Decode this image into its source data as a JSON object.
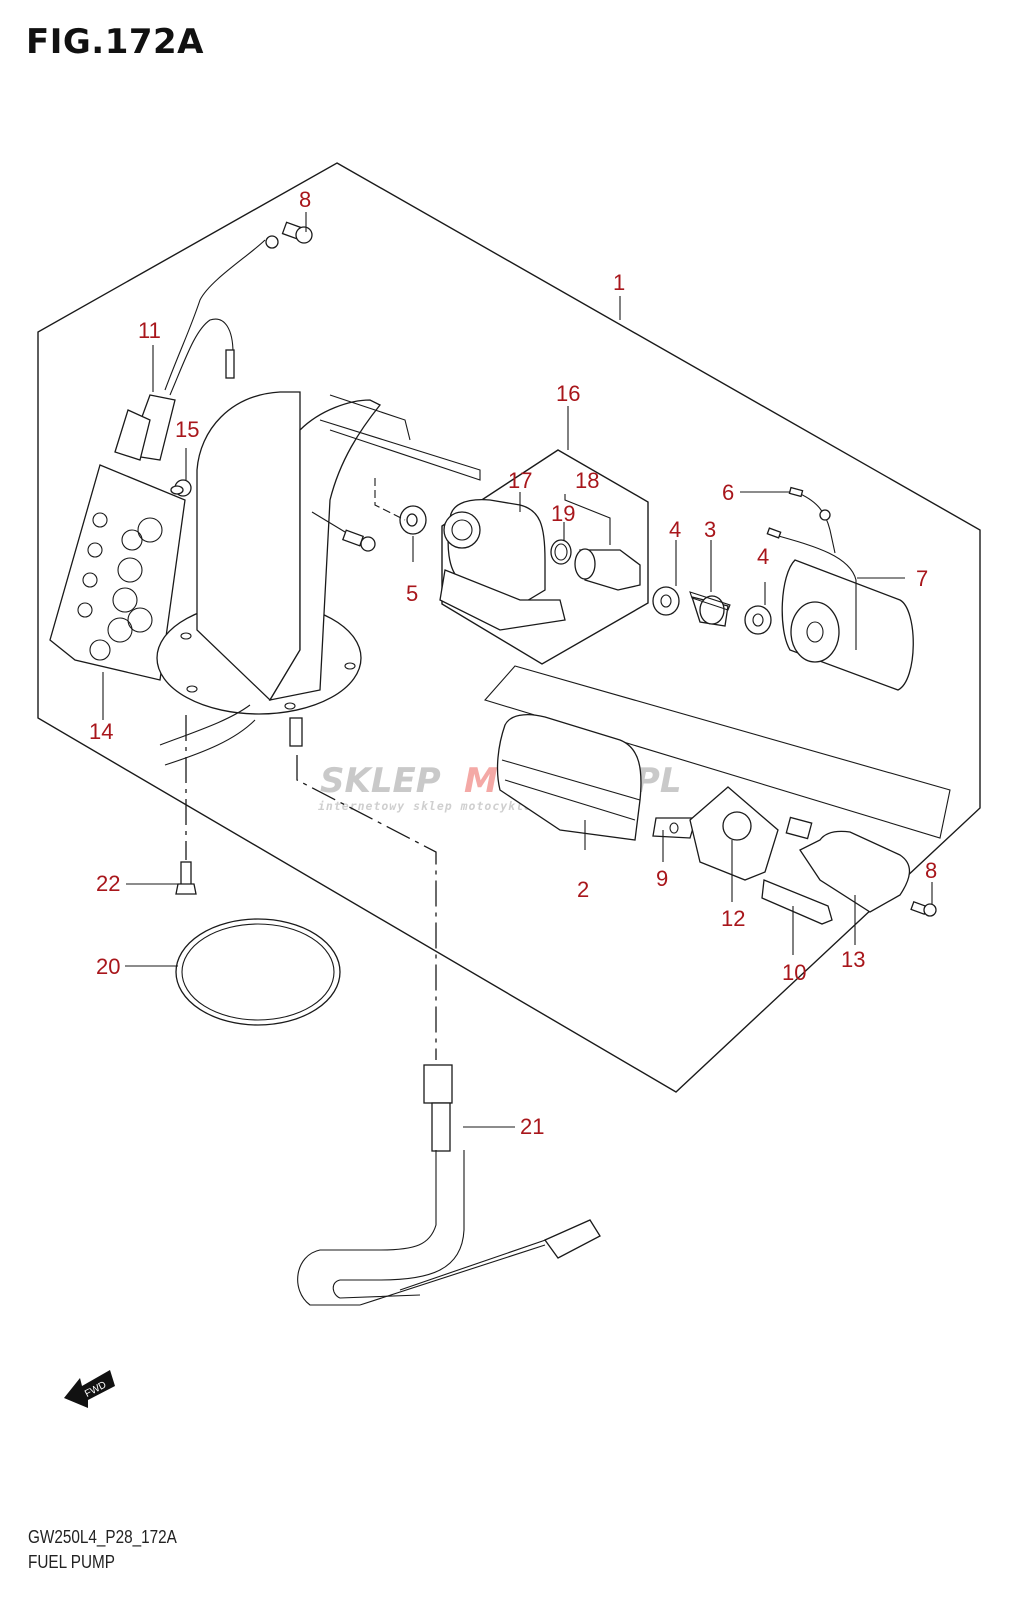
{
  "figure": {
    "title": "FIG.172A",
    "code": "GW250L4_P28_172A",
    "name": "FUEL PUMP"
  },
  "colors": {
    "callout": "#a8161b",
    "line": "#1a1a1a",
    "watermark_gray": "#c9c9c9",
    "watermark_red": "#f4a9a6"
  },
  "watermark": {
    "part1": "SKLEP",
    "part2": "MOTO45",
    "part3": ".PL",
    "tagline": "internetowy sklep motocyklowy"
  },
  "direction_indicator": {
    "label": "FWD",
    "icon": "fwd-arrow-icon"
  },
  "callouts": [
    {
      "id": "c1",
      "label": "1"
    },
    {
      "id": "c2",
      "label": "2"
    },
    {
      "id": "c3",
      "label": "3"
    },
    {
      "id": "c4a",
      "label": "4"
    },
    {
      "id": "c4b",
      "label": "4"
    },
    {
      "id": "c5",
      "label": "5"
    },
    {
      "id": "c6",
      "label": "6"
    },
    {
      "id": "c7",
      "label": "7"
    },
    {
      "id": "c8a",
      "label": "8"
    },
    {
      "id": "c8b",
      "label": "8"
    },
    {
      "id": "c9",
      "label": "9"
    },
    {
      "id": "c10",
      "label": "10"
    },
    {
      "id": "c11",
      "label": "11"
    },
    {
      "id": "c12",
      "label": "12"
    },
    {
      "id": "c13",
      "label": "13"
    },
    {
      "id": "c14",
      "label": "14"
    },
    {
      "id": "c15",
      "label": "15"
    },
    {
      "id": "c16",
      "label": "16"
    },
    {
      "id": "c17",
      "label": "17"
    },
    {
      "id": "c18",
      "label": "18"
    },
    {
      "id": "c19",
      "label": "19"
    },
    {
      "id": "c20",
      "label": "20"
    },
    {
      "id": "c21",
      "label": "21"
    },
    {
      "id": "c22",
      "label": "22"
    }
  ]
}
